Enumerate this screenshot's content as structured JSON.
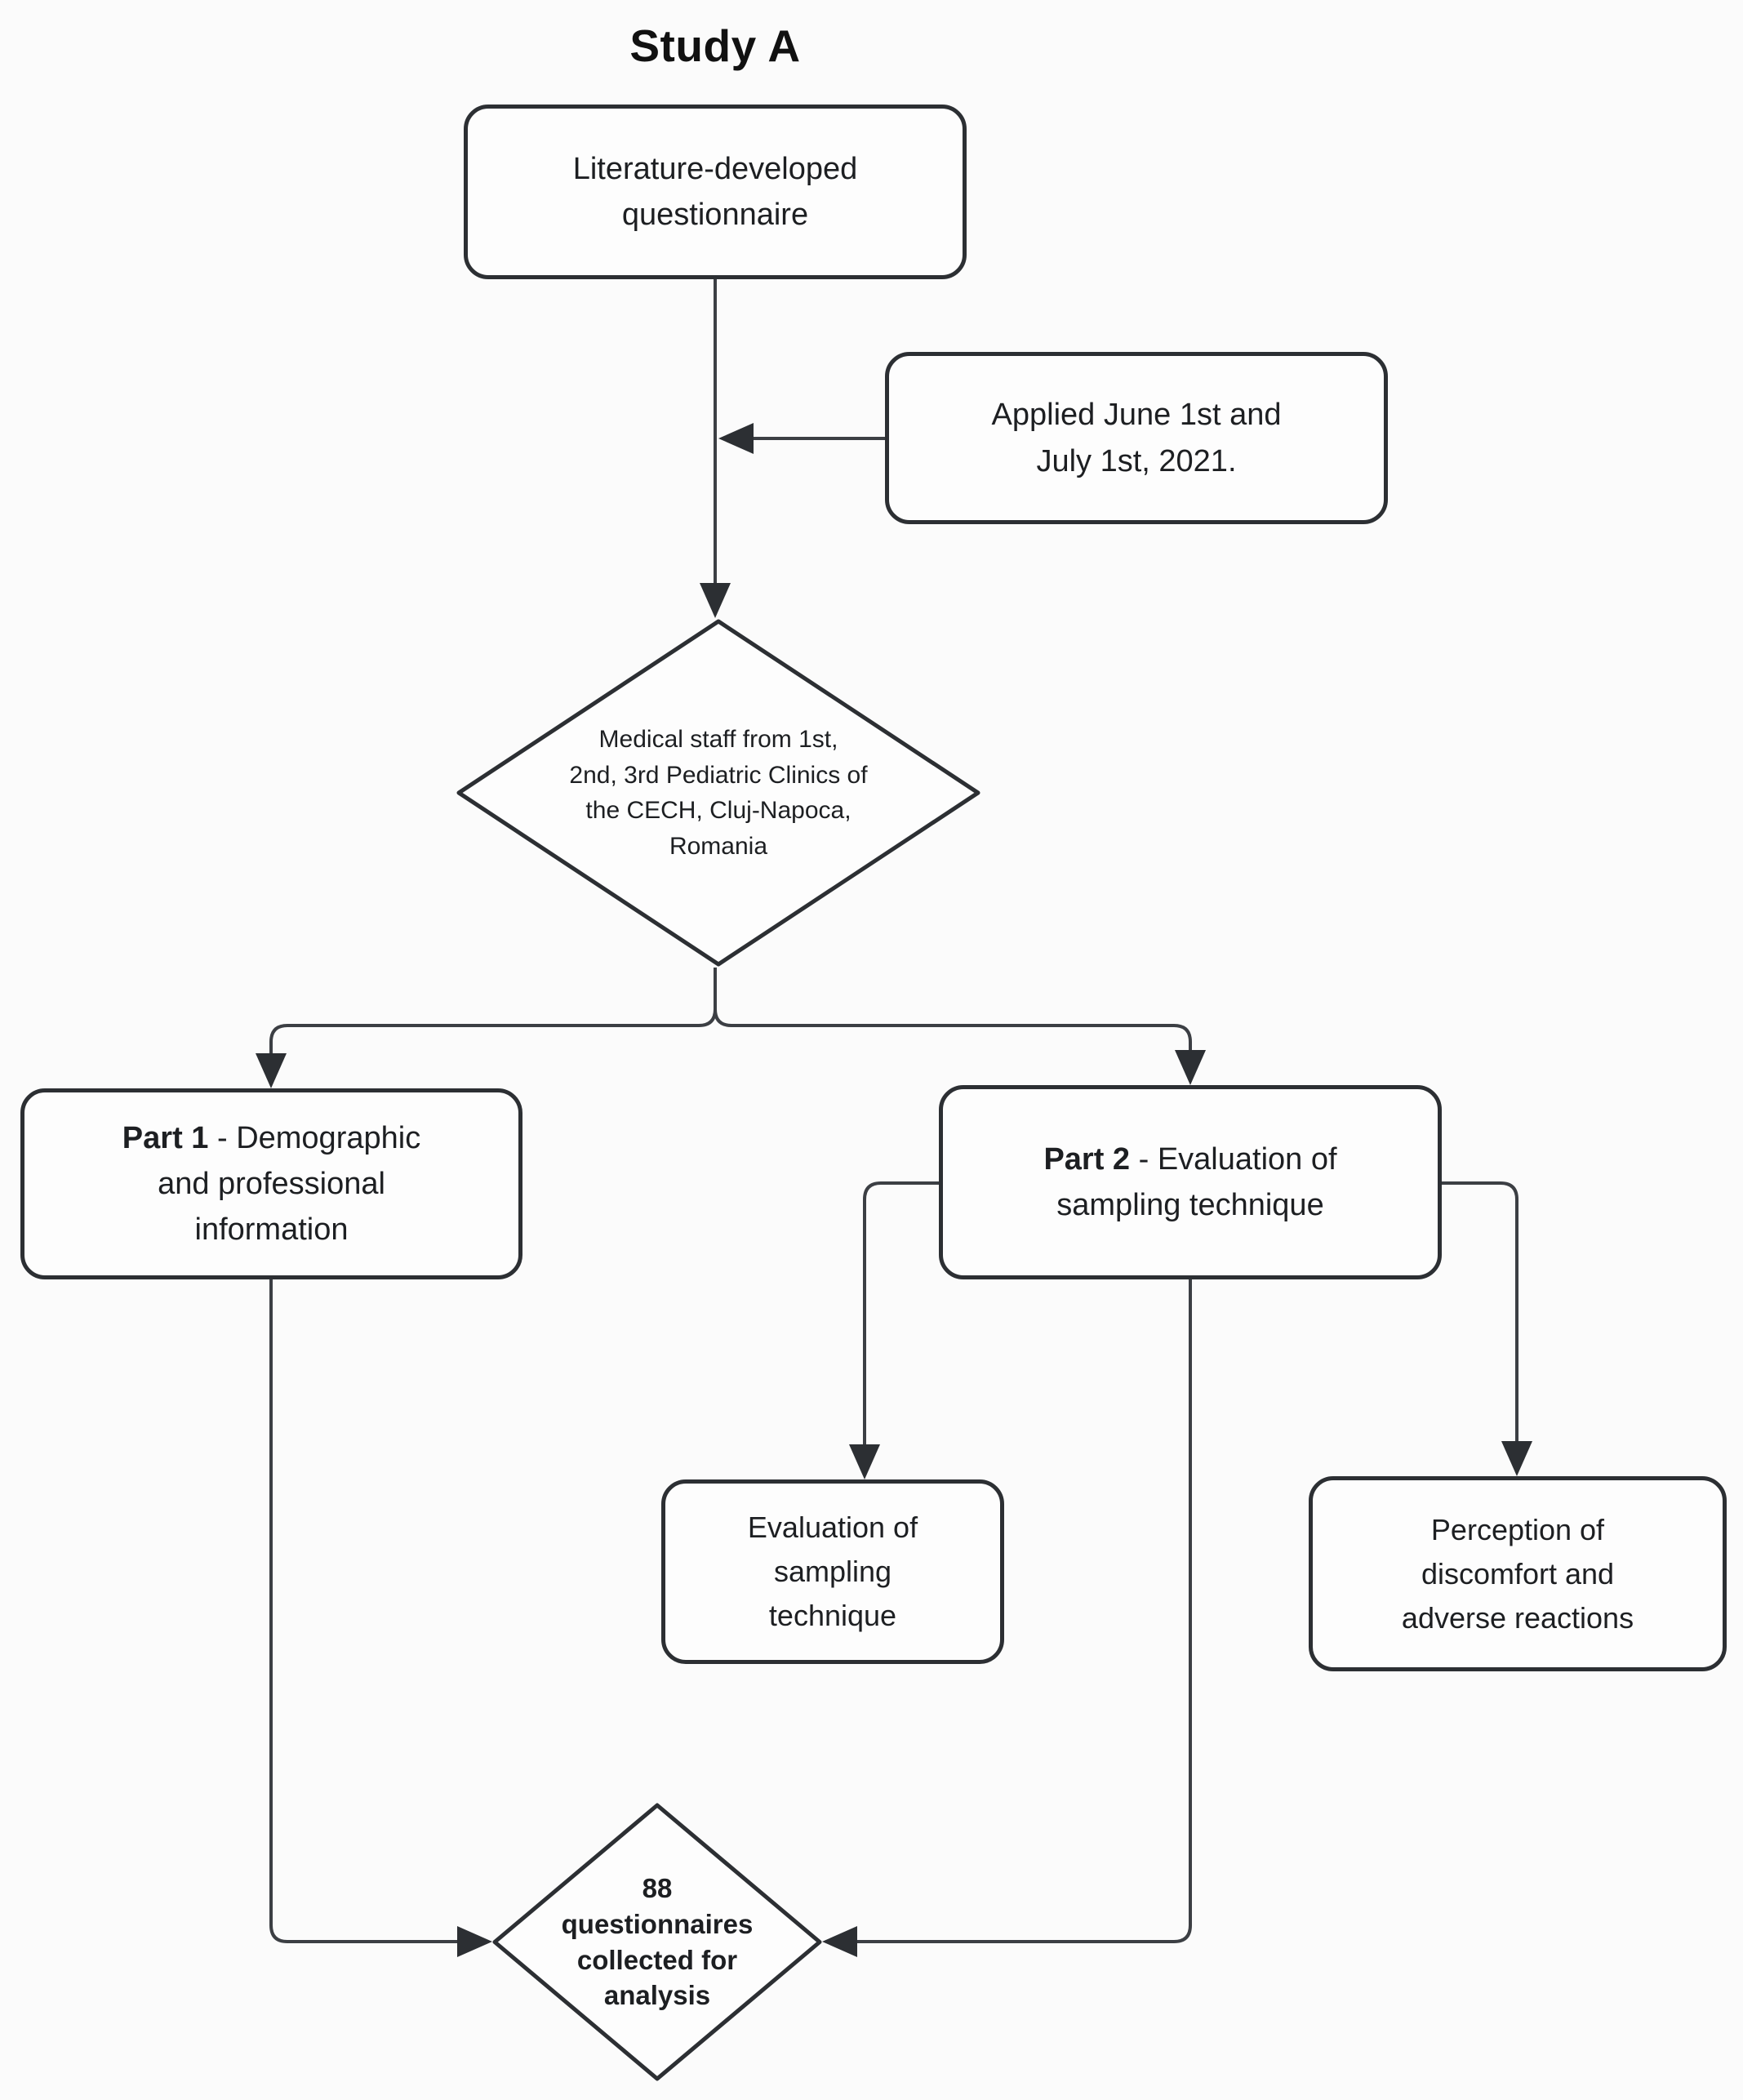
{
  "title": "Study A",
  "nodes": {
    "questionnaire": {
      "text": "Literature-developed\nquestionnaire"
    },
    "applied": {
      "text": "Applied June 1st and\nJuly 1st, 2021."
    },
    "staff_diamond": {
      "text": "Medical staff from 1st,\n2nd, 3rd Pediatric Clinics of\nthe CECH, Cluj-Napoca,\nRomania"
    },
    "part1": {
      "bold": "Part 1",
      "rest": " - Demographic\nand professional\ninformation"
    },
    "part2": {
      "bold": "Part 2",
      "rest": " - Evaluation of\nsampling technique"
    },
    "evaluation": {
      "text": "Evaluation of\nsampling\ntechnique"
    },
    "perception": {
      "text": "Perception of\ndiscomfort and\nadverse reactions"
    },
    "collected_diamond": {
      "text": "88\nquestionnaires\ncollected for\nanalysis"
    }
  },
  "colors": {
    "background": "#fbfbfb",
    "node_fill": "#fdfdfd",
    "node_border": "#2c2f33",
    "connector": "#3c3f44",
    "arrowhead": "#2c2f33",
    "text": "#1d1f22"
  }
}
